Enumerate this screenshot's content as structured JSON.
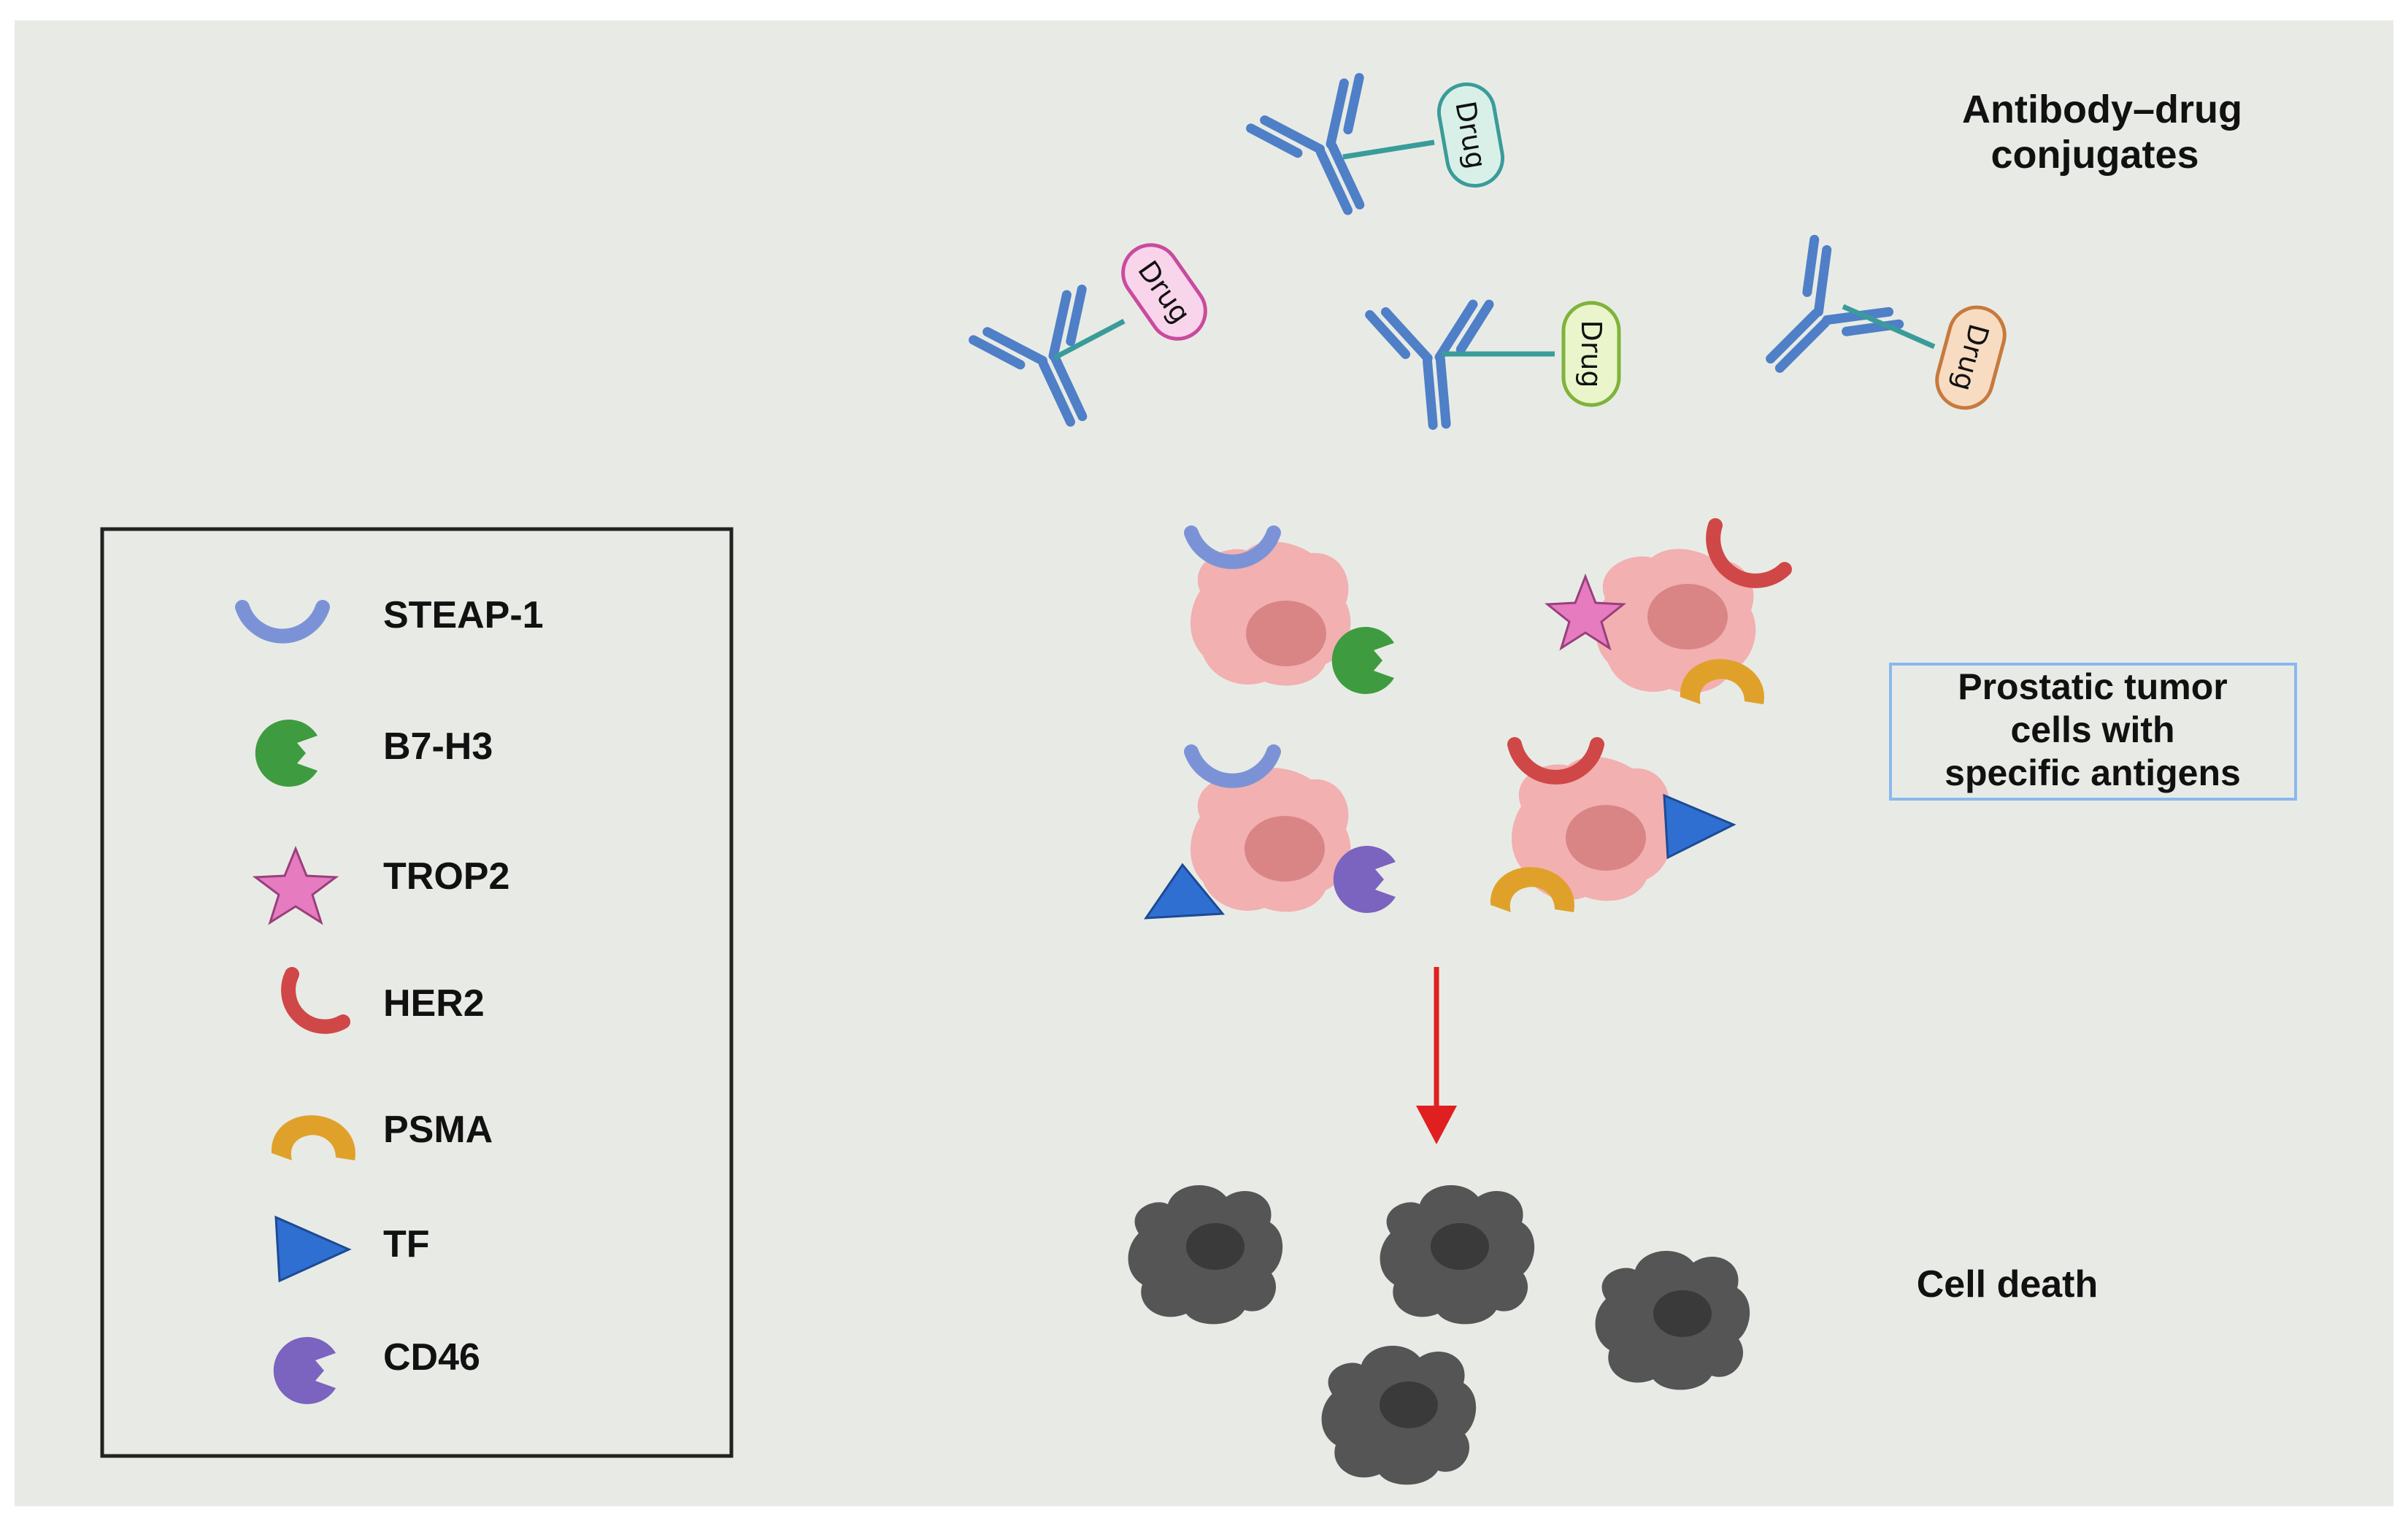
{
  "title": {
    "line1": "Antibody–drug",
    "line2": "conjugates"
  },
  "drug_label": "Drug",
  "tumor_label": {
    "line1": "Prostatic tumor",
    "line2": "cells with",
    "line3": "specific antigens"
  },
  "death_label": "Cell death",
  "legend": [
    {
      "name": "STEAP-1",
      "icon": "cup-icon",
      "color": "#7b93d6"
    },
    {
      "name": "B7-H3",
      "icon": "pacman-icon",
      "color": "#3f9b3f"
    },
    {
      "name": "TROP2",
      "icon": "star-icon",
      "color": "#e67bc0"
    },
    {
      "name": "HER2",
      "icon": "crescent-icon",
      "color": "#d04747"
    },
    {
      "name": "PSMA",
      "icon": "cup-icon",
      "color": "#e0a12b"
    },
    {
      "name": "TF",
      "icon": "triangle-icon",
      "color": "#2f6fd1"
    },
    {
      "name": "CD46",
      "icon": "pacman-icon",
      "color": "#7b63c0"
    }
  ],
  "colors": {
    "background": "#e8ebe5",
    "antibody": "#4f7fc7",
    "linker": "#3a9c9a",
    "tumor_cell": "#f2b0b0",
    "tumor_nucleus": "#d98585",
    "dead_cell": "#555555",
    "arrow": "#e02020",
    "tumor_box_border": "#8ab8ee",
    "drug_fills": [
      "#d9f0e8",
      "#f9d5ec",
      "#eaf5cc",
      "#f8dcc2"
    ],
    "drug_borders": [
      "#3a9c9a",
      "#c94b9e",
      "#7fb33a",
      "#c77a3e"
    ]
  }
}
